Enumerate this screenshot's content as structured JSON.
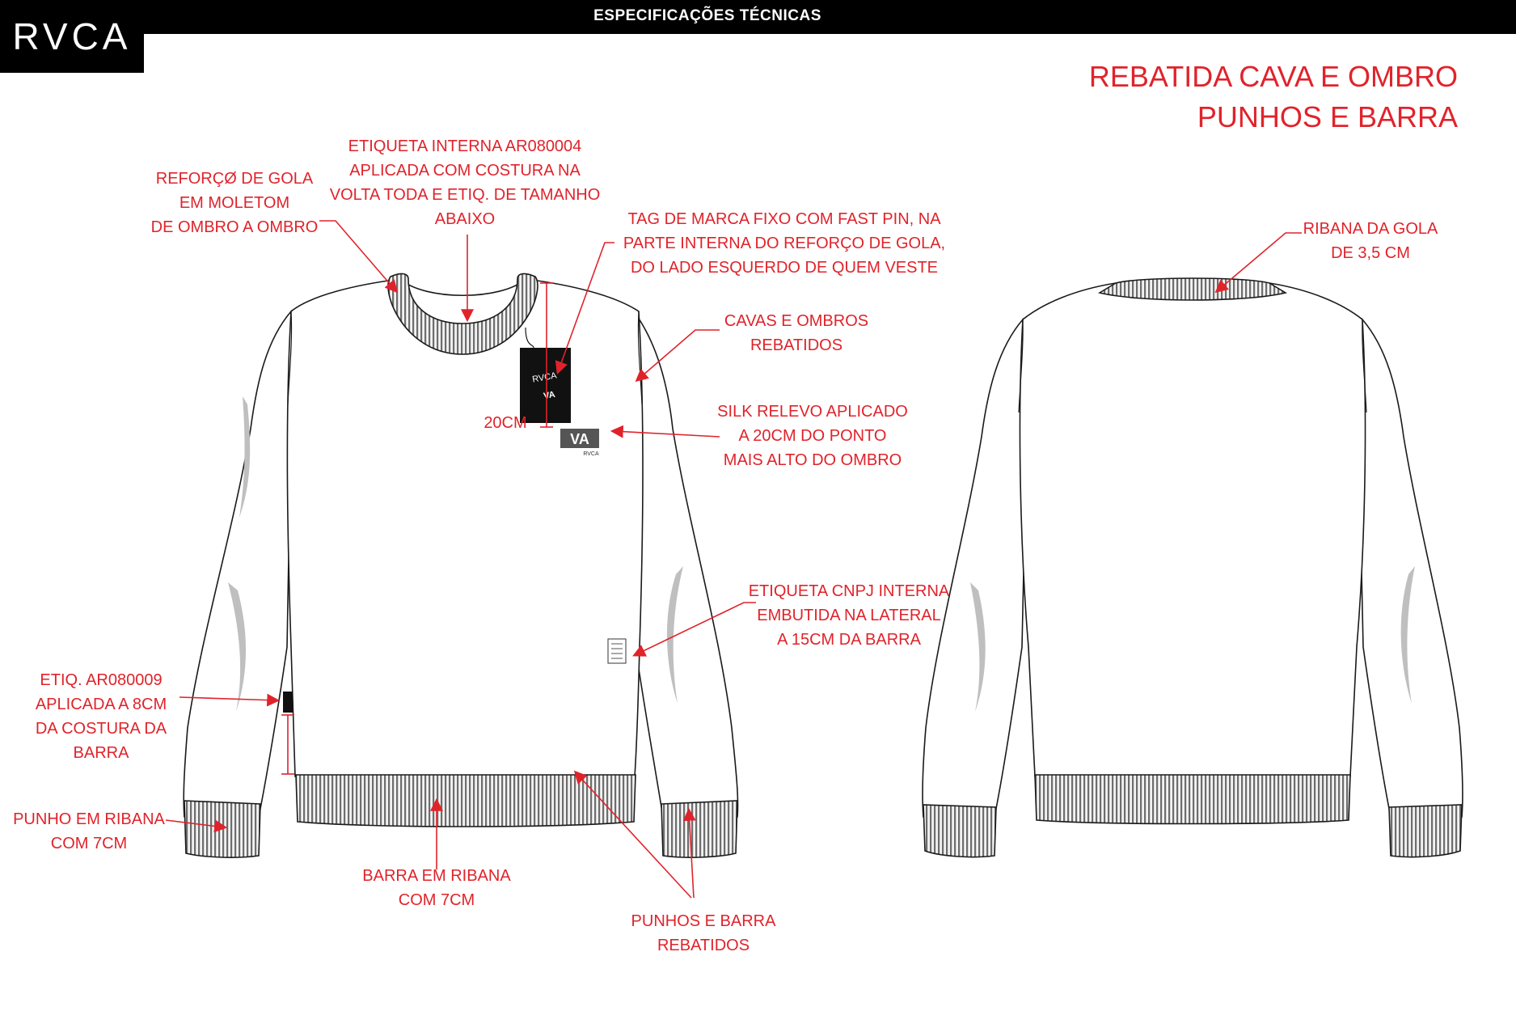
{
  "header": {
    "title": "ESPECIFICAÇÕES TÉCNICAS",
    "logo": "RVCA"
  },
  "main_title": {
    "line1": "REBATIDA CAVA E OMBRO",
    "line2": "PUNHOS E BARRA"
  },
  "callouts": {
    "gola_reforco": [
      "REFORÇØ DE GOLA",
      "EM MOLETOM",
      "DE OMBRO A OMBRO"
    ],
    "etiqueta_interna": [
      "ETIQUETA INTERNA AR080004",
      "APLICADA COM COSTURA NA",
      "VOLTA TODA E ETIQ. DE TAMANHO",
      "ABAIXO"
    ],
    "tag_marca": [
      "TAG DE MARCA FIXO COM FAST PIN, NA",
      "PARTE INTERNA DO REFORÇO DE GOLA,",
      "DO LADO ESQUERDO  DE QUEM VESTE"
    ],
    "cavas": [
      "CAVAS E OMBROS",
      "REBATIDOS"
    ],
    "silk": [
      "SILK RELEVO APLICADO",
      "A 20CM DO PONTO",
      "MAIS ALTO DO OMBRO"
    ],
    "measure_20cm": "20CM",
    "cnpj": [
      "ETIQUETA CNPJ INTERNA",
      "EMBUTIDA NA LATERAL",
      "A 15CM DA BARRA"
    ],
    "etiq_ar080009": [
      "ETIQ. AR080009",
      "APLICADA A 8CM",
      "DA COSTURA DA",
      "BARRA"
    ],
    "punho": [
      "PUNHO EM RIBANA",
      "COM 7CM"
    ],
    "barra": [
      "BARRA EM RIBANA",
      "COM 7CM"
    ],
    "punhos_barra": [
      "PUNHOS E BARRA",
      "REBATIDOS"
    ],
    "ribana_gola": [
      "RIBANA DA GOLA",
      "DE 3,5 CM"
    ]
  },
  "tag": {
    "brand_text": "RVCA",
    "mark_text": "VA"
  },
  "chest_logo": {
    "mark_text": "VA",
    "sub_text": "RVCA"
  },
  "colors": {
    "accent_red": "#e0232b",
    "header_black": "#000000",
    "rib_gray": "#6d6d6d"
  }
}
